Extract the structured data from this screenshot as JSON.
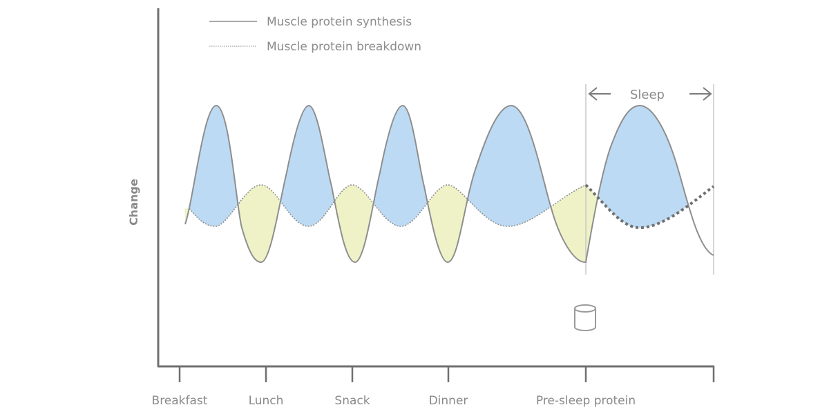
{
  "chart_data": {
    "type": "line",
    "title": "",
    "xlabel": "",
    "ylabel": "Change",
    "grid": false,
    "legend_position": "top-left",
    "legend": [
      {
        "label": "Muscle protein synthesis",
        "style": "solid"
      },
      {
        "label": "Muscle protein breakdown",
        "style": "dotted"
      }
    ],
    "categories": [
      "Breakfast",
      "Lunch",
      "Snack",
      "Dinner",
      "Pre-sleep protein"
    ],
    "annotations": [
      {
        "text": "Sleep",
        "type": "range-bracket",
        "from": "Pre-sleep protein",
        "to": "end"
      },
      {
        "text": "protein-cup-icon",
        "type": "icon",
        "at": "Pre-sleep protein"
      }
    ],
    "fill_colors": {
      "synthesis_above": "#bcdaf3",
      "breakdown_above": "#eef2c6"
    },
    "series": [
      {
        "name": "Muscle protein synthesis",
        "description": "Peaks after each protein feeding, dips below breakdown between meals",
        "peaks_x": [
          "after Breakfast",
          "after Lunch",
          "after Snack",
          "after Dinner",
          "during Sleep"
        ],
        "relative_values": [
          0.4,
          1.0,
          -0.3,
          1.0,
          -0.3,
          1.0,
          -0.3,
          1.0,
          -0.3,
          1.0,
          -0.2
        ]
      },
      {
        "name": "Muscle protein breakdown",
        "description": "Inverse oscillation, suppressed after meals; rises between meals",
        "relative_values": [
          0.1,
          -0.1,
          0.4,
          -0.1,
          0.4,
          -0.1,
          0.4,
          -0.1,
          0.4,
          -0.1,
          0.4
        ]
      }
    ]
  },
  "legend": {
    "synthesis_label": "Muscle protein synthesis",
    "breakdown_label": "Muscle protein breakdown"
  },
  "axis": {
    "y_label": "Change",
    "x_ticks": [
      "Breakfast",
      "Lunch",
      "Snack",
      "Dinner",
      "Pre-sleep protein"
    ]
  },
  "sleep": {
    "label": "Sleep"
  },
  "colors": {
    "synthesis_fill": "#bcdaf3",
    "breakdown_fill": "#eef2c6",
    "line": "#8e8e8e",
    "axis": "#6f6f6f"
  }
}
